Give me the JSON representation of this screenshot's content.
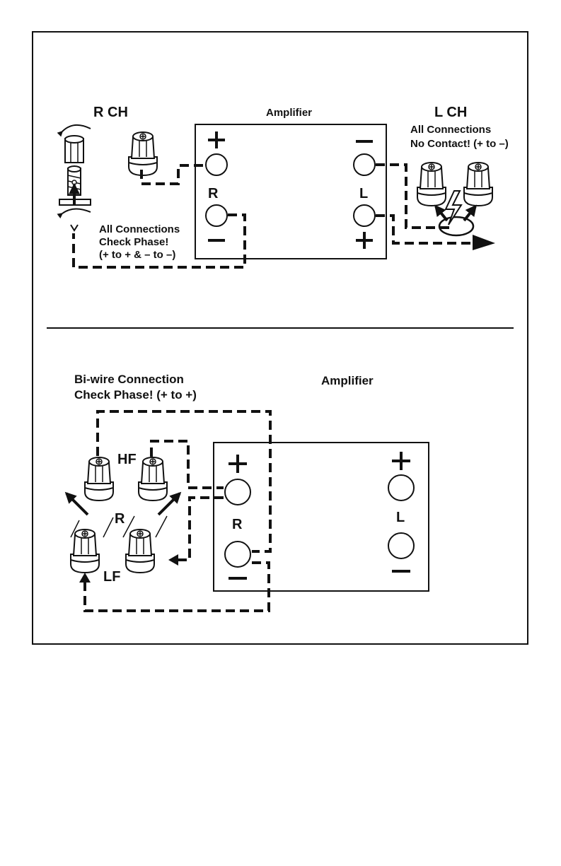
{
  "top": {
    "rch_label": "R CH",
    "lch_label": "L CH",
    "amp_label": "Amplifier",
    "r_label": "R",
    "l_label": "L",
    "note_left": [
      "All Connections",
      "Check Phase!",
      "(+ to + & – to –)"
    ],
    "note_right": [
      "All Connections",
      "No Contact! (+ to –)"
    ],
    "signs": {
      "r_top": "+",
      "r_bottom": "–",
      "l_top": "–",
      "l_bottom": "+"
    }
  },
  "bottom": {
    "heading": [
      "Bi-wire Connection",
      "Check Phase! (+ to +)"
    ],
    "amp_label": "Amplifier",
    "hf_label": "HF",
    "lf_label": "LF",
    "r_speaker_label": "R",
    "r_label": "R",
    "l_label": "L",
    "signs": {
      "r_top": "+",
      "r_bottom": "–",
      "l_top": "+",
      "l_bottom": "–"
    }
  },
  "icons": {
    "binding_post": "binding-post-icon",
    "rotate_arrow": "rotate-arrow-icon",
    "spark": "spark-icon"
  }
}
